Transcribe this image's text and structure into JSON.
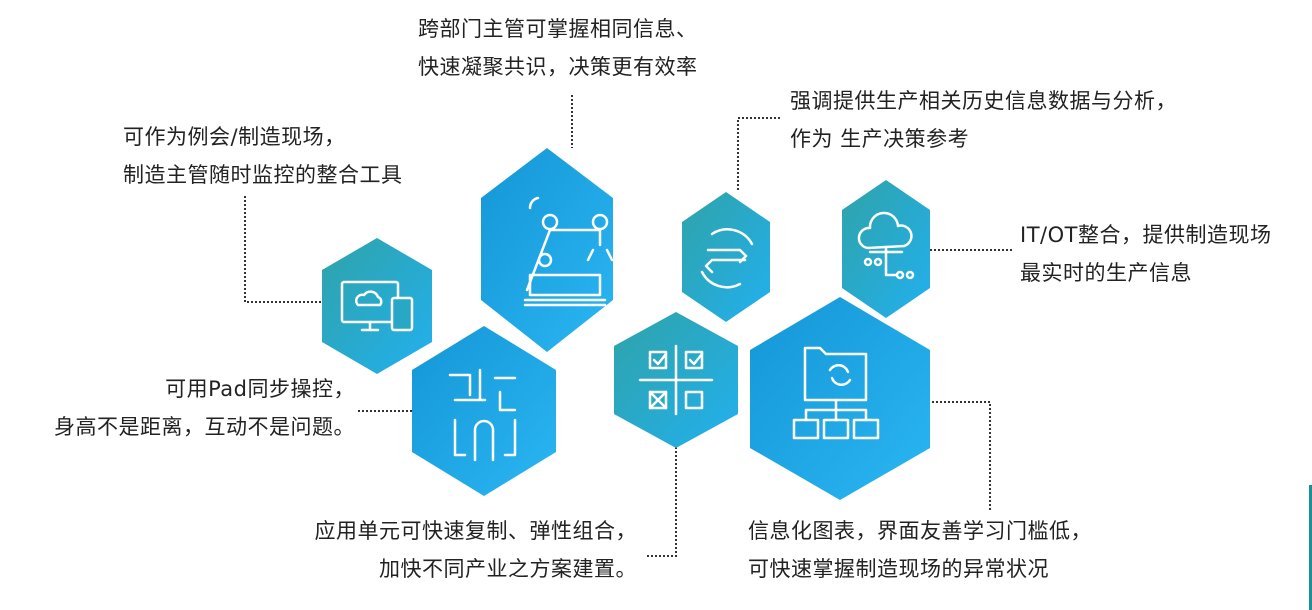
{
  "colors": {
    "hex_teal": "#2fa3a8",
    "hex_blue": "#22b0ef",
    "text": "#222222",
    "connector": "#333333"
  },
  "hexagons": [
    {
      "name": "monitor-cloud",
      "icon": "monitor-cloud-tablet-icon"
    },
    {
      "name": "robot-arm",
      "icon": "robot-arm-icon"
    },
    {
      "name": "exchange",
      "icon": "exchange-arrows-icon"
    },
    {
      "name": "cloud-network",
      "icon": "cloud-network-icon"
    },
    {
      "name": "touch",
      "icon": "finger-touch-circuit-icon"
    },
    {
      "name": "checklist",
      "icon": "checklist-grid-icon"
    },
    {
      "name": "folders",
      "icon": "folder-sync-hierarchy-icon"
    }
  ],
  "callouts": {
    "top": [
      "跨部门主管可掌握相同信息、",
      "快速凝聚共识，决策更有效率"
    ],
    "top_left": [
      "可作为例会/制造现场，",
      "制造主管随时监控的整合工具"
    ],
    "top_right": [
      "强调提供生产相关历史信息数据与分析，",
      "作为 生产决策参考"
    ],
    "right": [
      "IT/OT整合，提供制造现场",
      "最实时的生产信息"
    ],
    "left": [
      "可用Pad同步操控，",
      "身高不是距离，互动不是问题。"
    ],
    "bottom": [
      "应用单元可快速复制、弹性组合，",
      "加快不同产业之方案建置。"
    ],
    "bottom_right": [
      "信息化图表，界面友善学习门槛低，",
      "可快速掌握制造现场的异常状况"
    ]
  }
}
